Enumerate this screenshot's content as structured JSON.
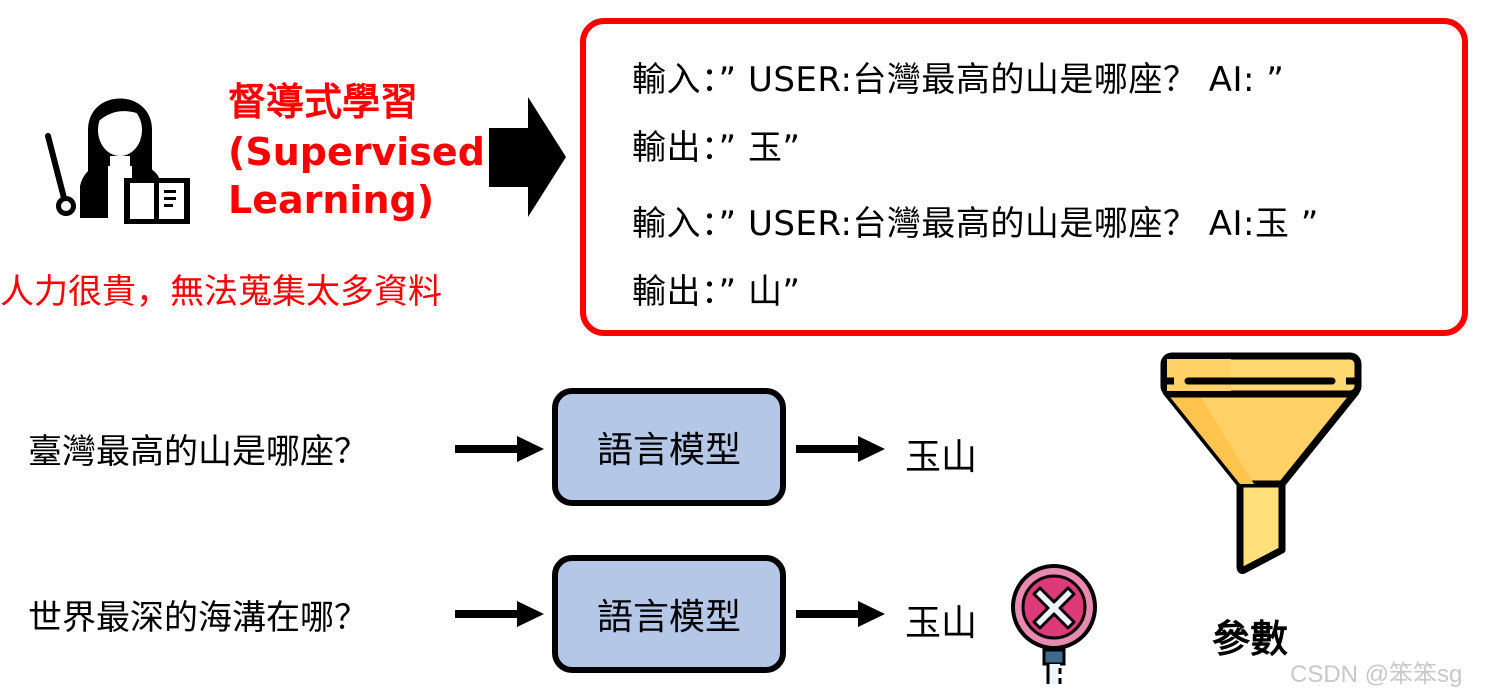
{
  "top_left": {
    "title_zh": "督導式學習",
    "title_en_line1": "(Supervised",
    "title_en_line2": "Learning)",
    "note": "人力很貴，無法蒐集太多資料",
    "teacher_icon": "teacher-icon",
    "arrow_icon": "right-arrow-icon"
  },
  "examples": [
    {
      "label": "輸入：”",
      "content": "USER:台灣最高的山是哪座？ AI: ”"
    },
    {
      "label": "輸出：”",
      "content": "玉”"
    },
    {
      "label": "輸入：”",
      "content": "USER:台灣最高的山是哪座？ AI:玉 ”"
    },
    {
      "label": "輸出：”",
      "content": "山”"
    }
  ],
  "flows": [
    {
      "question": "臺灣最高的山是哪座？",
      "model": "語言模型",
      "answer": "玉山",
      "wrong": false
    },
    {
      "question": "世界最深的海溝在哪？",
      "model": "語言模型",
      "answer": "玉山",
      "wrong": true
    }
  ],
  "params": {
    "label": "參數",
    "icon": "funnel-icon"
  },
  "colors": {
    "accent_red": "#ff0000",
    "model_fill": "#b4c7e7",
    "funnel_fill": "#ffd166",
    "wrong_sign": "#e0407a"
  },
  "watermark": "CSDN @笨笨sg"
}
